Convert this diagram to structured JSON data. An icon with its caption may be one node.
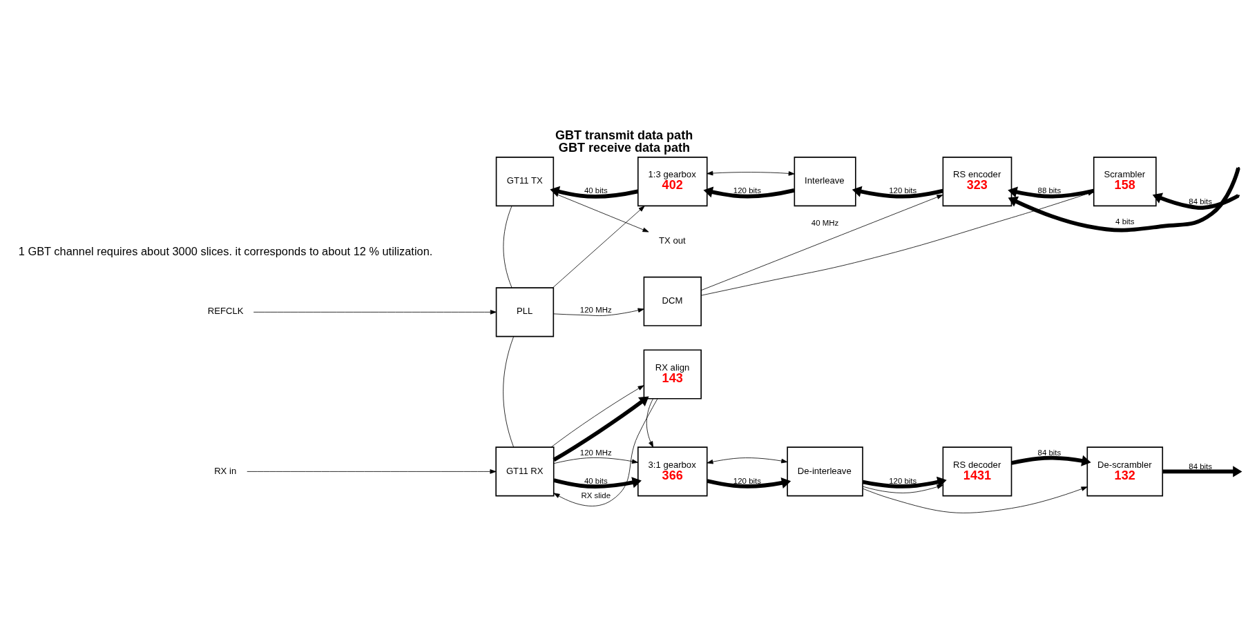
{
  "diagram": {
    "title": "GBT transmit data path",
    "caption": "GBT receive data path",
    "nodes": [
      {
        "text": [
          "GT11 TX"
        ]
      },
      {
        "text": [
          "1:3 gearbox",
          "402"
        ]
      },
      {
        "text": [
          "Interleave"
        ]
      },
      {
        "text": [
          "RS encoder",
          "323"
        ]
      },
      {
        "text": [
          "Scrambler",
          "158"
        ]
      },
      {
        "text": [
          "PLL"
        ]
      },
      {
        "text": [
          "DCM"
        ]
      },
      {
        "text": [
          "GT11 RX"
        ]
      },
      {
        "text": [
          "3:1 gearbox",
          "366"
        ]
      },
      {
        "text": [
          "De-interleave"
        ]
      },
      {
        "text": [
          "RS decoder",
          "1431"
        ]
      },
      {
        "text": [
          "De-scrambler",
          "132"
        ]
      },
      {
        "text": [
          "RX align",
          "143"
        ]
      },
      {
        "text": [
          "TX out"
        ]
      },
      {
        "text": [
          "REFCLK"
        ]
      },
      {
        "text": [
          "RX in"
        ]
      }
    ],
    "edges": [
      {
        "from": null,
        "to": 4,
        "arrow": "to",
        "label": "84 bits",
        "style": "thick"
      },
      {
        "from": null,
        "to": 3,
        "arrow": "to",
        "label": "4 bits",
        "style": "thick"
      },
      {
        "from": 4,
        "to": 3,
        "arrow": "to",
        "label": "88 bits",
        "style": "thick"
      },
      {
        "from": 3,
        "to": 2,
        "arrow": "to",
        "label": "120 bits",
        "style": "thick"
      },
      {
        "from": 2,
        "to": 1,
        "arrow": "to",
        "label": "120 bits",
        "style": "thick"
      },
      {
        "from": 1,
        "to": 0,
        "arrow": "to",
        "label": "40 bits",
        "style": "thick"
      },
      {
        "from": 0,
        "to": 13,
        "arrow": "to"
      },
      {
        "from": 0,
        "to": 5,
        "arrow": "none"
      },
      {
        "from": 5,
        "to": 7,
        "arrow": "none"
      },
      {
        "from": 14,
        "to": 5,
        "arrow": "to"
      },
      {
        "from": 15,
        "to": 7,
        "arrow": "to"
      },
      {
        "from": 5,
        "to": 6,
        "arrow": "to",
        "label": "120 MHz"
      },
      {
        "from": 5,
        "to": 1,
        "arrow": "to"
      },
      {
        "from": 6,
        "to": 3,
        "arrow": "to",
        "label": "40 MHz"
      },
      {
        "from": 6,
        "to": 4,
        "arrow": "to"
      },
      {
        "from": 1,
        "to": 2,
        "arrow": "both"
      },
      {
        "from": 7,
        "to": 8,
        "arrow": "to",
        "label": "40 bits",
        "style": "thick"
      },
      {
        "from": 7,
        "to": 12,
        "arrow": "to",
        "style": "thick"
      },
      {
        "from": 7,
        "to": 8,
        "arrow": "to",
        "label": "120 MHz"
      },
      {
        "from": 7,
        "to": 12,
        "arrow": "to"
      },
      {
        "from": 8,
        "to": 9,
        "arrow": "to",
        "label": "120 bits",
        "style": "thick"
      },
      {
        "from": 9,
        "to": 10,
        "arrow": "to",
        "label": "120 bits",
        "style": "thick"
      },
      {
        "from": 10,
        "to": 11,
        "arrow": "to",
        "label": "84 bits",
        "style": "thick"
      },
      {
        "from": 11,
        "to": null,
        "arrow": "to",
        "label": "84 bits",
        "style": "thick"
      },
      {
        "from": 8,
        "to": 9,
        "arrow": "both"
      },
      {
        "from": 9,
        "to": 10,
        "arrow": "to"
      },
      {
        "from": 9,
        "to": 11,
        "arrow": "to"
      },
      {
        "from": 12,
        "to": 8,
        "arrow": "to"
      },
      {
        "from": 12,
        "to": 7,
        "arrow": "to",
        "label": "RX slide"
      }
    ],
    "labels": [
      "1 GBT channel requires about 3000 slices. it corresponds to about 12 % utilization."
    ]
  }
}
